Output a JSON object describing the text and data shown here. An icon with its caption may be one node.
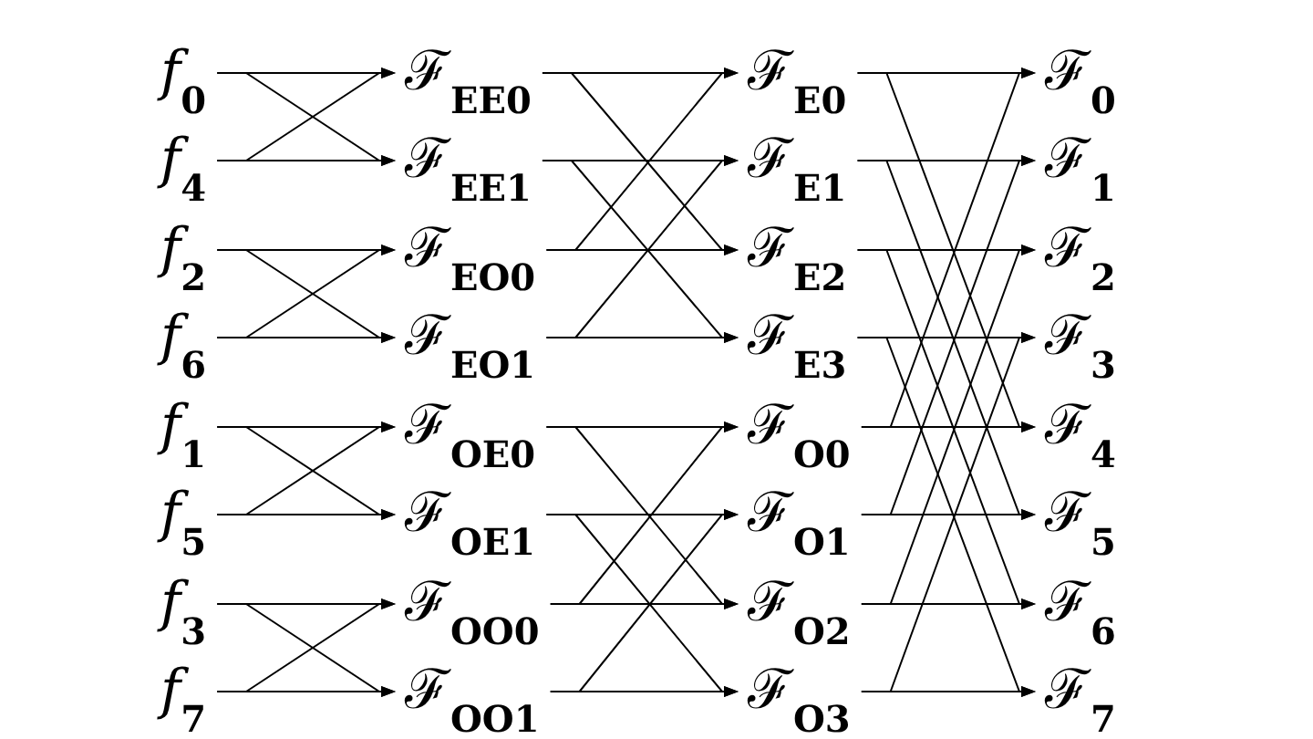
{
  "diagram": {
    "nodes": [
      {
        "text": [
          "*f*$_{0}$"
        ]
      },
      {
        "text": [
          "*f*$_{4}$"
        ]
      },
      {
        "text": [
          "*f*$_{2}$"
        ]
      },
      {
        "text": [
          "*f*$_{6}$"
        ]
      },
      {
        "text": [
          "*f*$_{1}$"
        ]
      },
      {
        "text": [
          "*f*$_{5}$"
        ]
      },
      {
        "text": [
          "*f*$_{3}$"
        ]
      },
      {
        "text": [
          "*f*$_{7}$"
        ]
      },
      {
        "text": [
          "ℱ$_{EE0}$"
        ]
      },
      {
        "text": [
          "ℱ$_{EE1}$"
        ]
      },
      {
        "text": [
          "ℱ$_{EO0}$"
        ]
      },
      {
        "text": [
          "ℱ$_{EO1}$"
        ]
      },
      {
        "text": [
          "ℱ$_{OE0}$"
        ]
      },
      {
        "text": [
          "ℱ$_{OE1}$"
        ]
      },
      {
        "text": [
          "ℱ$_{OO0}$"
        ]
      },
      {
        "text": [
          "ℱ$_{OO1}$"
        ]
      },
      {
        "text": [
          "ℱ$_{E0}$"
        ]
      },
      {
        "text": [
          "ℱ$_{E1}$"
        ]
      },
      {
        "text": [
          "ℱ$_{E2}$"
        ]
      },
      {
        "text": [
          "ℱ$_{E3}$"
        ]
      },
      {
        "text": [
          "ℱ$_{O0}$"
        ]
      },
      {
        "text": [
          "ℱ$_{O1}$"
        ]
      },
      {
        "text": [
          "ℱ$_{O2}$"
        ]
      },
      {
        "text": [
          "ℱ$_{O3}$"
        ]
      },
      {
        "text": [
          "ℱ$_{0}$"
        ]
      },
      {
        "text": [
          "ℱ$_{1}$"
        ]
      },
      {
        "text": [
          "ℱ$_{2}$"
        ]
      },
      {
        "text": [
          "ℱ$_{3}$"
        ]
      },
      {
        "text": [
          "ℱ$_{4}$"
        ]
      },
      {
        "text": [
          "ℱ$_{5}$"
        ]
      },
      {
        "text": [
          "ℱ$_{6}$"
        ]
      },
      {
        "text": [
          "ℱ$_{7}$"
        ]
      }
    ],
    "edges": [
      {
        "from": 0,
        "to": 8,
        "arrow": "to"
      },
      {
        "from": 0,
        "to": 9,
        "arrow": "to"
      },
      {
        "from": 1,
        "to": 8,
        "arrow": "to"
      },
      {
        "from": 1,
        "to": 9,
        "arrow": "to"
      },
      {
        "from": 2,
        "to": 10,
        "arrow": "to"
      },
      {
        "from": 2,
        "to": 11,
        "arrow": "to"
      },
      {
        "from": 3,
        "to": 10,
        "arrow": "to"
      },
      {
        "from": 3,
        "to": 11,
        "arrow": "to"
      },
      {
        "from": 4,
        "to": 12,
        "arrow": "to"
      },
      {
        "from": 4,
        "to": 13,
        "arrow": "to"
      },
      {
        "from": 5,
        "to": 12,
        "arrow": "to"
      },
      {
        "from": 5,
        "to": 13,
        "arrow": "to"
      },
      {
        "from": 6,
        "to": 14,
        "arrow": "to"
      },
      {
        "from": 6,
        "to": 15,
        "arrow": "to"
      },
      {
        "from": 7,
        "to": 14,
        "arrow": "to"
      },
      {
        "from": 7,
        "to": 15,
        "arrow": "to"
      },
      {
        "from": 8,
        "to": 16,
        "arrow": "to"
      },
      {
        "from": 8,
        "to": 18,
        "arrow": "to"
      },
      {
        "from": 9,
        "to": 17,
        "arrow": "to"
      },
      {
        "from": 9,
        "to": 19,
        "arrow": "to"
      },
      {
        "from": 10,
        "to": 16,
        "arrow": "to"
      },
      {
        "from": 10,
        "to": 18,
        "arrow": "to"
      },
      {
        "from": 11,
        "to": 17,
        "arrow": "to"
      },
      {
        "from": 11,
        "to": 19,
        "arrow": "to"
      },
      {
        "from": 12,
        "to": 20,
        "arrow": "to"
      },
      {
        "from": 12,
        "to": 22,
        "arrow": "to"
      },
      {
        "from": 13,
        "to": 21,
        "arrow": "to"
      },
      {
        "from": 13,
        "to": 23,
        "arrow": "to"
      },
      {
        "from": 14,
        "to": 20,
        "arrow": "to"
      },
      {
        "from": 14,
        "to": 22,
        "arrow": "to"
      },
      {
        "from": 15,
        "to": 21,
        "arrow": "to"
      },
      {
        "from": 15,
        "to": 23,
        "arrow": "to"
      },
      {
        "from": 16,
        "to": 24,
        "arrow": "to"
      },
      {
        "from": 16,
        "to": 28,
        "arrow": "to"
      },
      {
        "from": 17,
        "to": 25,
        "arrow": "to"
      },
      {
        "from": 17,
        "to": 29,
        "arrow": "to"
      },
      {
        "from": 18,
        "to": 26,
        "arrow": "to"
      },
      {
        "from": 18,
        "to": 30,
        "arrow": "to"
      },
      {
        "from": 19,
        "to": 27,
        "arrow": "to"
      },
      {
        "from": 19,
        "to": 31,
        "arrow": "to"
      },
      {
        "from": 20,
        "to": 24,
        "arrow": "to"
      },
      {
        "from": 20,
        "to": 28,
        "arrow": "to"
      },
      {
        "from": 21,
        "to": 25,
        "arrow": "to"
      },
      {
        "from": 21,
        "to": 29,
        "arrow": "to"
      },
      {
        "from": 22,
        "to": 26,
        "arrow": "to"
      },
      {
        "from": 22,
        "to": 30,
        "arrow": "to"
      },
      {
        "from": 23,
        "to": 27,
        "arrow": "to"
      },
      {
        "from": 23,
        "to": 31,
        "arrow": "to"
      }
    ]
  }
}
